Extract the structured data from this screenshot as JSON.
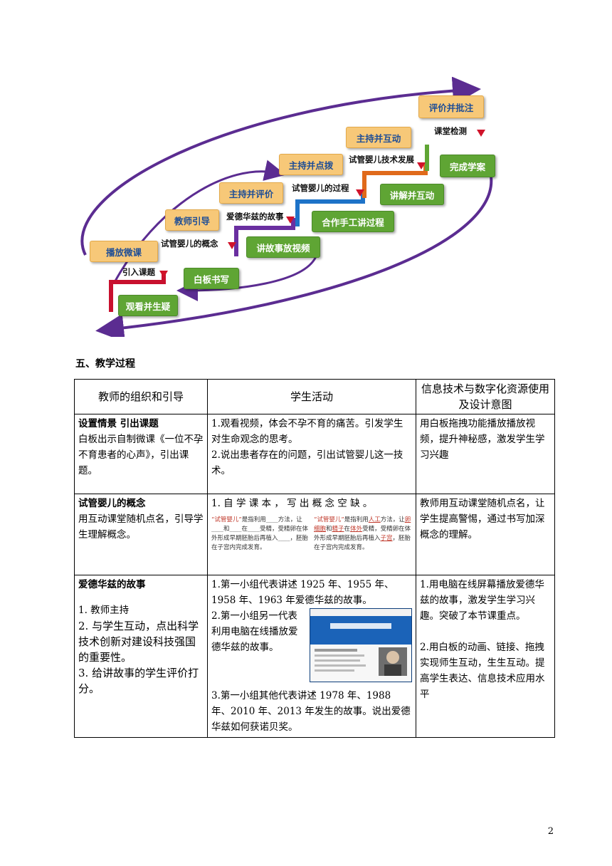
{
  "diagram": {
    "boxes": {
      "observe": "观看并生疑",
      "whiteboard": "白板书写",
      "story_video": "讲故事放视频",
      "handcraft": "合作手工讲过程",
      "explain_interact": "讲解并互动",
      "complete_case": "完成学案",
      "play_micro": "播放微课",
      "teacher_guide": "教师引导",
      "host_evaluate": "主持并评价",
      "host_point": "主持并点拨",
      "host_interact": "主持并互动",
      "evaluate_mark": "评价并批注"
    },
    "labels": {
      "intro": "引入课题",
      "concept": "试管婴儿的概念",
      "edwards": "爱德华兹的故事",
      "process": "试管婴儿的过程",
      "tech_dev": "试管婴儿技术发展",
      "test": "课堂检测"
    }
  },
  "section_title": "五、教学过程",
  "table": {
    "headers": [
      "教师的组织和引导",
      "学生活动",
      "信息技术与数字化资源使用及设计意图"
    ],
    "rows": [
      {
        "teacher_title": "设置情景 引出课题",
        "teacher_text": "白板出示自制微课《一位不孕不育患者的心声》，引出课题。",
        "student": [
          "1.观看视频，体会不孕不育的痛苦。引发学生对生命观念的思考。",
          "2.说出患者存在的问题，引出试管婴儿这一技术。"
        ],
        "tech": "用白板拖拽功能播放播放视频，提升神秘感，激发学生学习兴趣"
      },
      {
        "teacher_title": "试管婴儿的概念",
        "teacher_text": "用互动课堂随机点名，引导学生理解概念。",
        "student": [
          "1. 自 学 课 本 ， 写 出 概 念 空 缺 。"
        ],
        "ocr_left": {
          "q": "“试管婴儿”",
          "t1": "是指利用____方法，让____和____在____受精，受精卵在体外形成早期胚胎后再植入____，胚胎在子宫内完成发育。"
        },
        "ocr_right": {
          "q": "“试管婴儿”",
          "t1": "是指利用",
          "a1": "人工",
          "t2": "方法，让",
          "a2": "卵细胞",
          "t3": "和",
          "a3": "精子",
          "t4": "在",
          "a4": "体外",
          "t5": "受精，受精卵在体外形成早期胚胎后再植入",
          "a5": "子宫",
          "t6": "，胚胎在子宫内完成发育。"
        },
        "tech": "教师用互动课堂随机点名，让学生提高警惕，通过书写加深概念的理解。"
      },
      {
        "teacher_title": "爱德华兹的故事",
        "teacher_items": [
          "1. 教师主持",
          "2. 与学生互动，点出科学技术创新对建设科技强国的重要性。",
          "3. 给讲故事的学生评价打分。"
        ],
        "student": [
          "1.第一小组代表讲述 1925 年、1955 年、1958 年、1963 年爱德华兹的故事。",
          "2.第一小组另一代表利用电脑在线播放爱德华兹的故事。",
          "3.第一小组其他代表讲述 1978 年、1988 年、2010 年、2013 年发生的故事。说出爱德华兹如何获诺贝奖。"
        ],
        "tech": [
          "1.用电脑在线屏幕播放爱德华兹的故事，激发学生学习兴趣。突破了本节课重点。",
          "2.用白板的动画、链接、拖拽实现师生互动，生生互动。提高学生表达、信息技术应用水平"
        ]
      }
    ]
  },
  "page_number": "2",
  "colors": {
    "green_box": "#5fa534",
    "orange_box": "#f7c878",
    "stair_red": "#c8102e",
    "stair_purple": "#6a2fa0",
    "stair_blue": "#1e73c8",
    "stair_orange": "#e06a1b"
  }
}
